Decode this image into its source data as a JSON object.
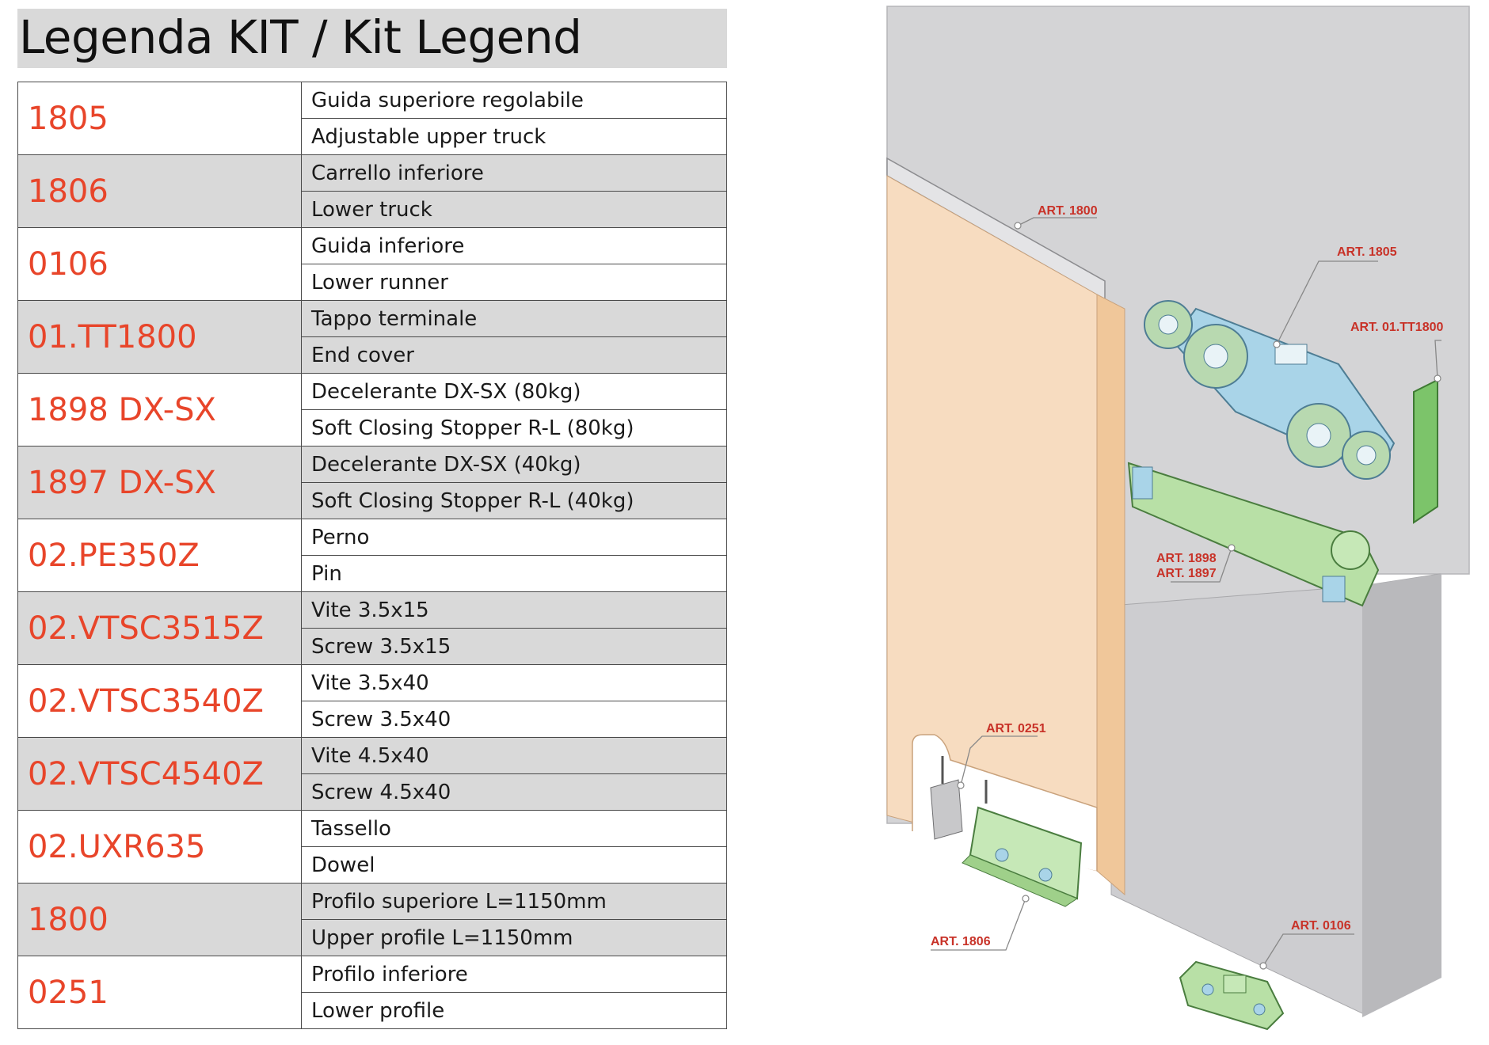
{
  "title": "Legenda KIT / Kit Legend",
  "rows": [
    {
      "code": "1805",
      "it": "Guida superiore regolabile",
      "en": "Adjustable upper truck",
      "shaded": false
    },
    {
      "code": "1806",
      "it": "Carrello inferiore",
      "en": "Lower truck",
      "shaded": true
    },
    {
      "code": "0106",
      "it": "Guida inferiore",
      "en": "Lower runner",
      "shaded": false
    },
    {
      "code": "01.TT1800",
      "it": "Tappo terminale",
      "en": "End cover",
      "shaded": true
    },
    {
      "code": "1898 DX-SX",
      "it": "Decelerante DX-SX (80kg)",
      "en": "Soft Closing Stopper R-L (80kg)",
      "shaded": false
    },
    {
      "code": "1897 DX-SX",
      "it": "Decelerante DX-SX (40kg)",
      "en": "Soft Closing Stopper R-L (40kg)",
      "shaded": true
    },
    {
      "code": "02.PE350Z",
      "it": "Perno",
      "en": "Pin",
      "shaded": false
    },
    {
      "code": "02.VTSC3515Z",
      "it": "Vite 3.5x15",
      "en": "Screw 3.5x15",
      "shaded": true
    },
    {
      "code": "02.VTSC3540Z",
      "it": "Vite 3.5x40",
      "en": "Screw 3.5x40",
      "shaded": false
    },
    {
      "code": "02.VTSC4540Z",
      "it": "Vite 4.5x40",
      "en": "Screw 4.5x40",
      "shaded": true
    },
    {
      "code": "02.UXR635",
      "it": "Tassello",
      "en": "Dowel",
      "shaded": false
    },
    {
      "code": "1800",
      "it": "Profilo superiore L=1150mm",
      "en": "Upper profile L=1150mm",
      "shaded": true
    },
    {
      "code": "0251",
      "it": "Profilo inferiore",
      "en": "Lower profile",
      "shaded": false
    }
  ],
  "callouts": {
    "art_1800": "ART. 1800",
    "art_1805": "ART. 1805",
    "art_tt1800": "ART. 01.TT1800",
    "art_1898": "ART. 1898",
    "art_1897": "ART. 1897",
    "art_0251": "ART. 0251",
    "art_1806": "ART. 1806",
    "art_0106": "ART. 0106"
  },
  "colors": {
    "code_red": "#e8452a",
    "shade_gray": "#d9d9d9",
    "wall_gray": "#d4d4d6",
    "door_wood": "#f0c79a",
    "part_green": "#9fd08a",
    "part_blue": "#a9d4e8"
  }
}
